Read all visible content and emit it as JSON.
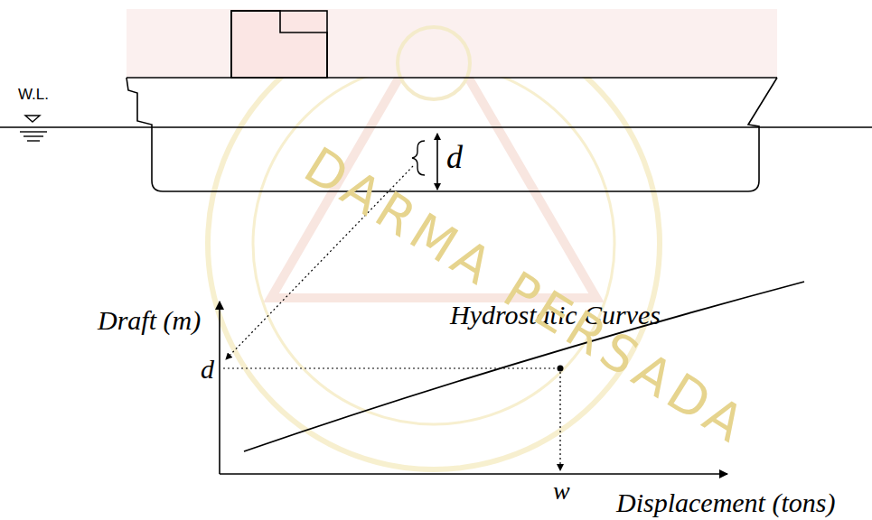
{
  "diagram": {
    "labels": [
      "W.L.",
      "d",
      "Hydrostatic Curves",
      "Draft (m)",
      "d",
      "w",
      "Displacement (tons)",
      "DARMA PERSADA"
    ]
  }
}
